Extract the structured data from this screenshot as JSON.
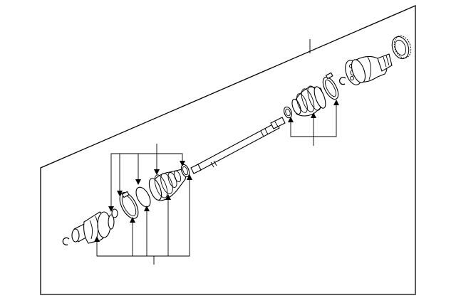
{
  "diagram": {
    "title": "",
    "background": "#ffffff",
    "line_color": "#000000",
    "parts": [
      {
        "name": "outer-cv-joint",
        "icon": "cv-joint-icon"
      },
      {
        "name": "circlip-outer",
        "icon": "circlip-icon"
      },
      {
        "name": "snap-ring-small",
        "icon": "ring-icon"
      },
      {
        "name": "boot-clamp-large",
        "icon": "clamp-icon"
      },
      {
        "name": "retaining-ring",
        "icon": "ring-icon"
      },
      {
        "name": "cv-boot-outer",
        "icon": "bellows-boot-icon"
      },
      {
        "name": "boot-clamp-small",
        "icon": "clamp-icon"
      },
      {
        "name": "axle-shaft",
        "icon": "shaft-icon"
      },
      {
        "name": "boot-clamp-inner-small",
        "icon": "clamp-icon"
      },
      {
        "name": "cv-boot-inner",
        "icon": "bellows-boot-icon"
      },
      {
        "name": "boot-clamp-inner-large",
        "icon": "clamp-icon"
      },
      {
        "name": "circlip-inner",
        "icon": "circlip-icon"
      },
      {
        "name": "tripod-bearing",
        "icon": "tripod-icon"
      },
      {
        "name": "inner-joint-housing",
        "icon": "housing-icon"
      },
      {
        "name": "tone-ring",
        "icon": "gear-ring-icon"
      }
    ]
  }
}
